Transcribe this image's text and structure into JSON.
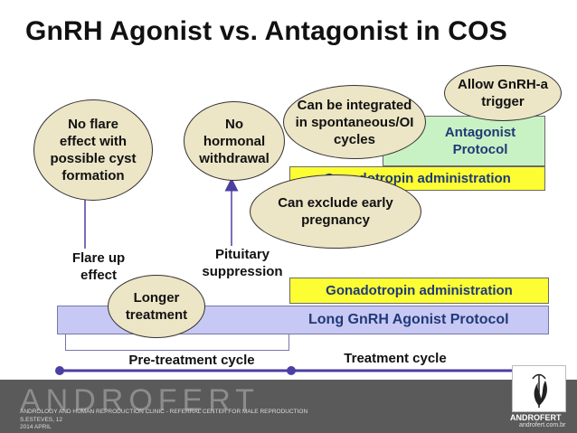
{
  "slide": {
    "title": "GnRH Agonist vs. Antagonist in COS"
  },
  "boxes": {
    "antagonist_protocol": [
      "Antagonist",
      "Protocol"
    ],
    "gonadotropin_top": "Gonadotropin administration",
    "gonadotropin_bottom": "Gonadotropin administration",
    "long_agonist": "Long GnRH Agonist Protocol"
  },
  "ovals": {
    "no_flare": [
      "No flare",
      "effect with",
      "possible cyst",
      "formation"
    ],
    "no_withdrawal": [
      "No",
      "hormonal",
      "withdrawal"
    ],
    "integrated": [
      "Can be integrated",
      "in spontaneous/OI",
      "cycles"
    ],
    "allow_trigger": [
      "Allow GnRH-a",
      "trigger"
    ],
    "exclude_pregnancy": [
      "Can exclude early",
      "pregnancy"
    ],
    "longer_treatment": [
      "Longer",
      "treatment"
    ]
  },
  "labels": {
    "flare_up": [
      "Flare up",
      "effect"
    ],
    "pituitary": [
      "Pituitary",
      "suppression"
    ],
    "pretreatment": "Pre-treatment cycle",
    "treatment": "Treatment cycle"
  },
  "colors": {
    "oval_fill": "#ece5c6",
    "yellow": "#fdfd33",
    "green": "#c9f2c4",
    "purple": "#c8c8f4",
    "timeline": "#4b3fa3",
    "text_blue": "#1f3a77"
  },
  "footer": {
    "brand": "ANDROFERT",
    "line1": "ANDROLOGY AND HUMAN REPRODUCTION CLINIC - REFERRAL CENTER FOR MALE REPRODUCTION",
    "line2": "S.ESTEVES, 12",
    "line3": "2014 APRIL",
    "logo_name": "ANDROFERT",
    "logo_url": "androfert.com.br",
    "logo_icon": "flame-emblem-icon"
  }
}
